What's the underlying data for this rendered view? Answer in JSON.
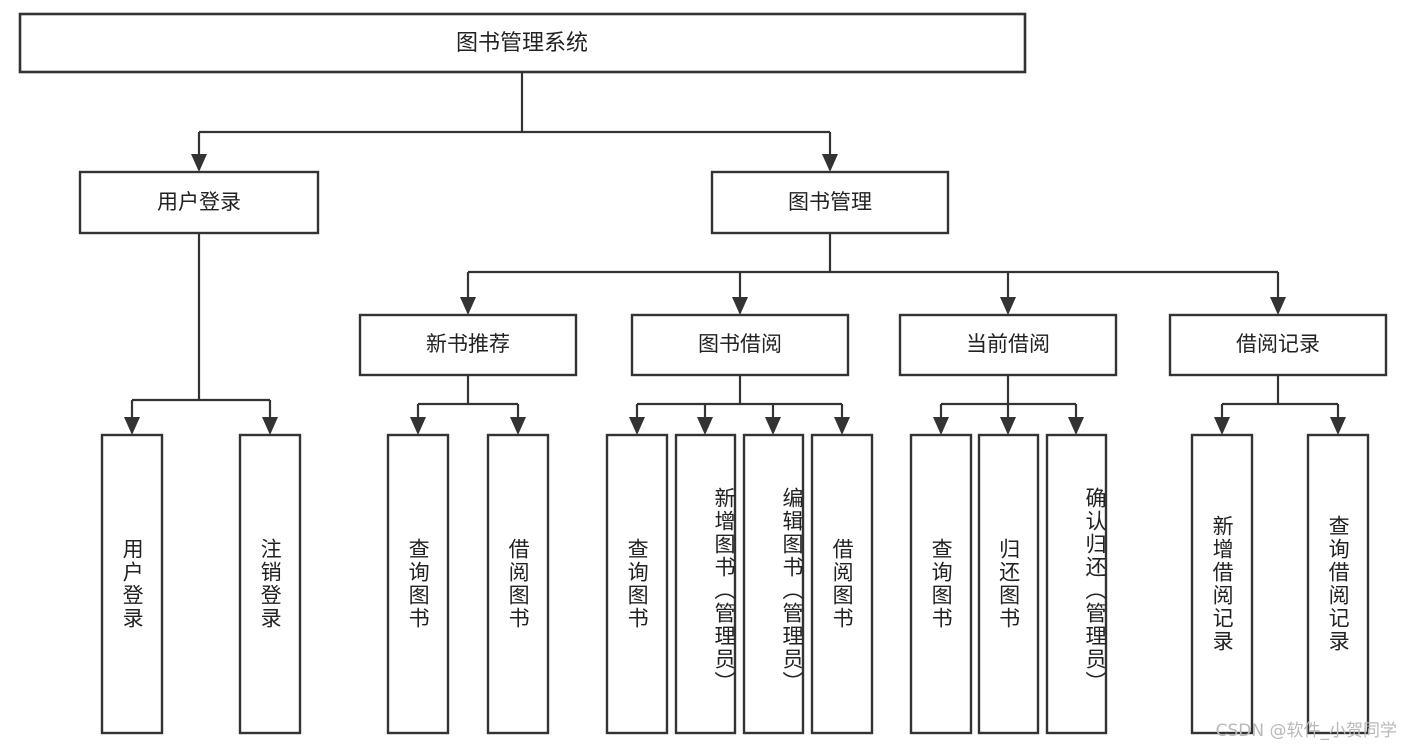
{
  "diagram": {
    "title": "图书管理系统",
    "type": "tree",
    "root": {
      "id": "root",
      "label": "图书管理系统"
    },
    "level2": [
      {
        "id": "user-login",
        "label": "用户登录"
      },
      {
        "id": "book-manage",
        "label": "图书管理"
      }
    ],
    "level3": [
      {
        "id": "new-book-recommend",
        "label": "新书推荐"
      },
      {
        "id": "book-borrow",
        "label": "图书借阅"
      },
      {
        "id": "current-borrow",
        "label": "当前借阅"
      },
      {
        "id": "borrow-record",
        "label": "借阅记录"
      }
    ],
    "leaves": [
      {
        "id": "leaf-user-login",
        "label": "用户登录",
        "parent": "user-login"
      },
      {
        "id": "leaf-logout-login",
        "label": "注销登录",
        "parent": "user-login"
      },
      {
        "id": "leaf-query-book-1",
        "label": "查询图书",
        "parent": "new-book-recommend"
      },
      {
        "id": "leaf-borrow-book-1",
        "label": "借阅图书",
        "parent": "new-book-recommend"
      },
      {
        "id": "leaf-query-book-2",
        "label": "查询图书",
        "parent": "book-borrow"
      },
      {
        "id": "leaf-add-book",
        "label": "新增图书（管理员）",
        "parent": "book-borrow"
      },
      {
        "id": "leaf-edit-book",
        "label": "编辑图书（管理员）",
        "parent": "book-borrow"
      },
      {
        "id": "leaf-borrow-book-2",
        "label": "借阅图书",
        "parent": "book-borrow"
      },
      {
        "id": "leaf-query-book-3",
        "label": "查询图书",
        "parent": "current-borrow"
      },
      {
        "id": "leaf-return-book",
        "label": "归还图书",
        "parent": "current-borrow"
      },
      {
        "id": "leaf-confirm-return",
        "label": "确认归还（管理员）",
        "parent": "current-borrow"
      },
      {
        "id": "leaf-add-record",
        "label": "新增借阅记录",
        "parent": "borrow-record"
      },
      {
        "id": "leaf-query-record",
        "label": "查询借阅记录",
        "parent": "borrow-record"
      }
    ],
    "colors": {
      "background": "#ffffff",
      "box_fill": "#ffffff",
      "box_stroke": "#333333",
      "text": "#222222",
      "watermark": "#b9b9b9"
    }
  },
  "watermark": {
    "text": "CSDN @软件_小贺同学"
  }
}
